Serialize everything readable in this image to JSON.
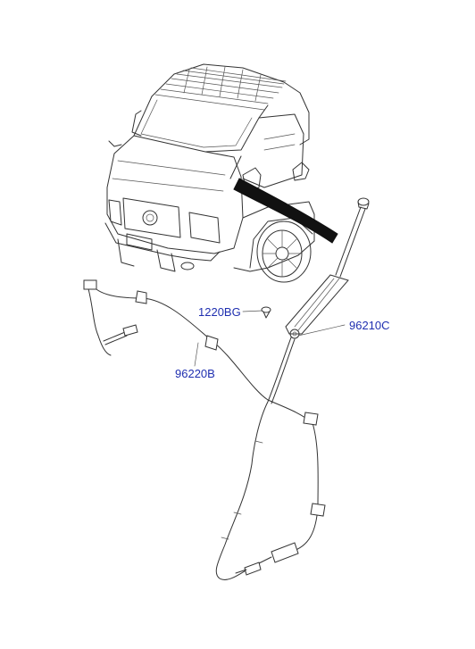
{
  "callouts": {
    "bolt": "1220BG",
    "antenna": "96210C",
    "cable": "96220B"
  },
  "colors": {
    "callout_text": "#1f2fb0",
    "line_art": "#333333"
  }
}
